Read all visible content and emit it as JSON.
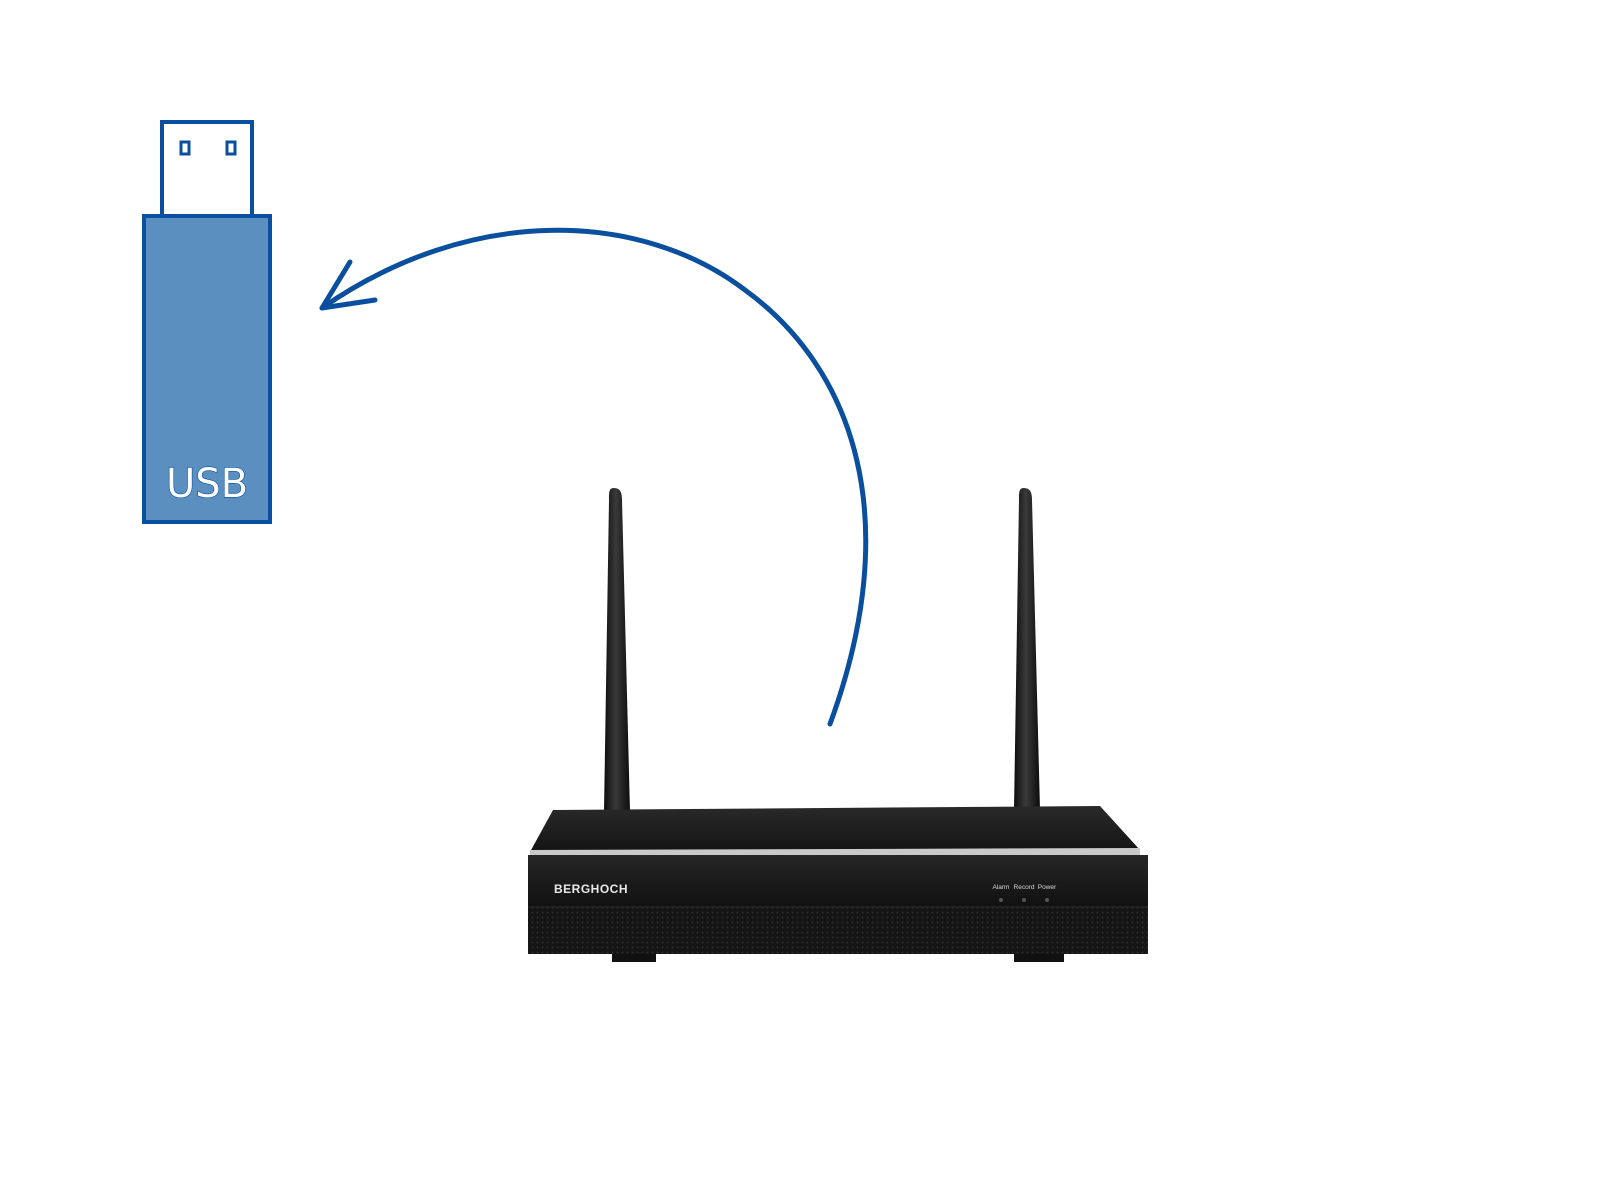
{
  "usb": {
    "label": "USB"
  },
  "nvr": {
    "brand": "BERGHOCH",
    "indicators": [
      "Alarm",
      "Record",
      "Power"
    ]
  },
  "colors": {
    "accent_blue": "#0a4f9e",
    "usb_fill": "#5b8fc0",
    "device_black": "#1b1b1b"
  }
}
